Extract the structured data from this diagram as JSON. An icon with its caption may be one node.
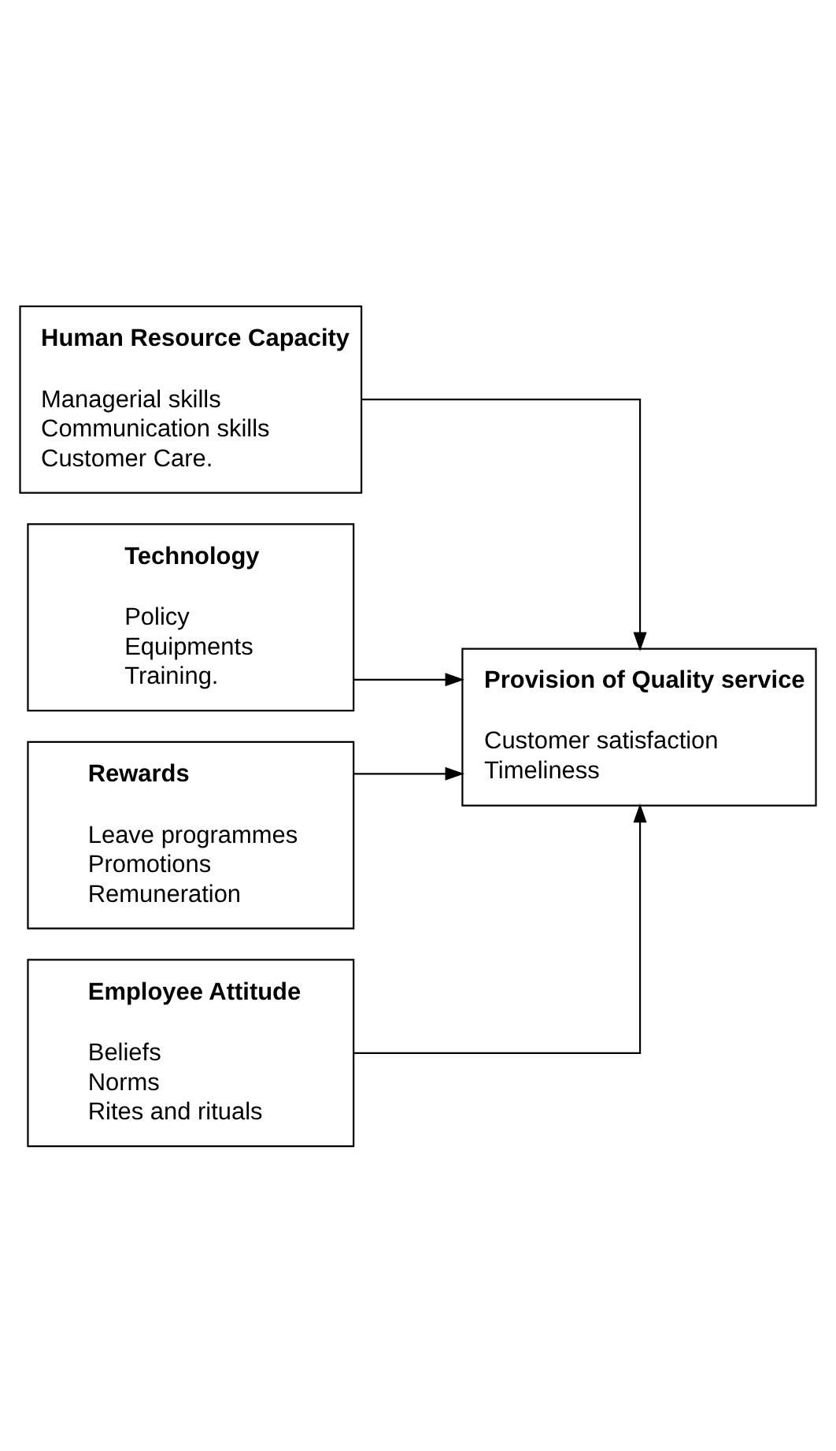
{
  "diagram": {
    "nodes": [
      {
        "text": [
          "Human Resource Capacity",
          "Managerial skills",
          "Communication skills",
          "Customer Care."
        ]
      },
      {
        "text": [
          "Technology",
          "Policy",
          "Equipments",
          "Training."
        ]
      },
      {
        "text": [
          "Rewards",
          "Leave programmes",
          "Promotions",
          "Remuneration"
        ]
      },
      {
        "text": [
          "Employee Attitude",
          "Beliefs",
          "Norms",
          "Rites and rituals"
        ]
      },
      {
        "text": [
          "Provision of Quality service",
          "Customer satisfaction",
          "Timeliness"
        ]
      }
    ],
    "edges": [
      {
        "from": 0,
        "to": 4,
        "arrow": "to"
      },
      {
        "from": 1,
        "to": 4,
        "arrow": "to"
      },
      {
        "from": 2,
        "to": 4,
        "arrow": "to"
      },
      {
        "from": 3,
        "to": 4,
        "arrow": "to"
      }
    ]
  }
}
